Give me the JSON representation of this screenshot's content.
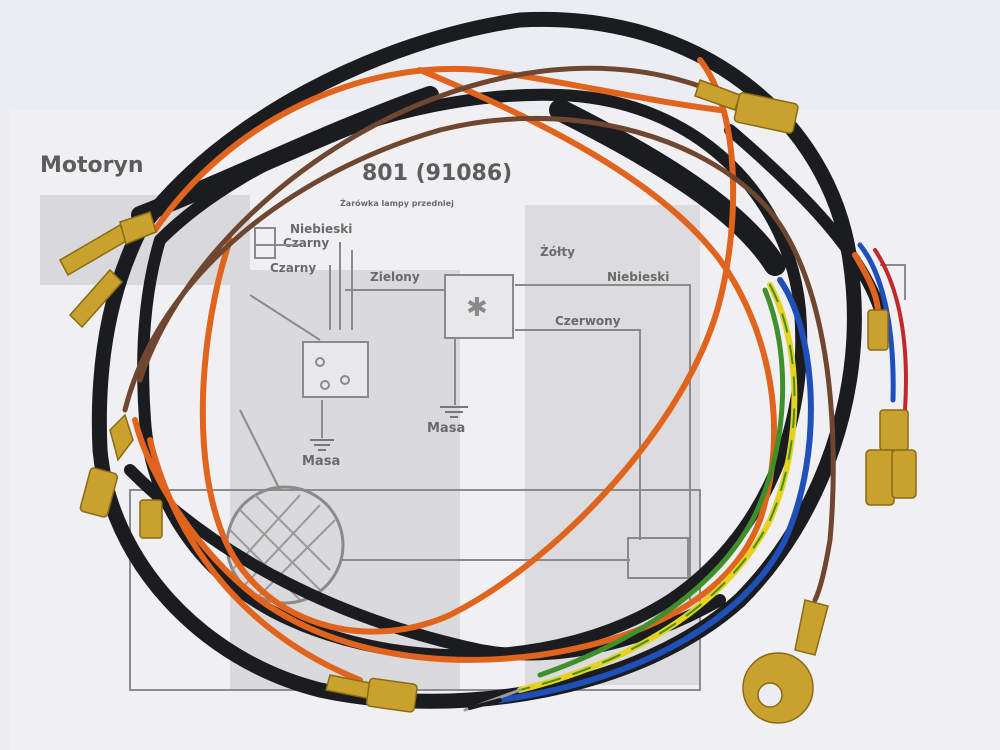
{
  "photo": {
    "subject": "",
    "paper_background": "#f1f1f4",
    "print_gray": "#8a8a8a"
  },
  "diagram": {
    "title_left": "Motoryn",
    "title_right": "801 (91086)",
    "small_caption": "Żarówka lampy przedniej",
    "labels": {
      "niebieski_left": "Niebieski",
      "czarny_1": "Czarny",
      "czarny_2": "Czarny",
      "zielony": "Zielony",
      "zolty": "Żółty",
      "niebieski_right": "Niebieski",
      "czerwony": "Czerwony",
      "masa_1": "Masa",
      "masa_2": "Masa"
    }
  },
  "wire_colors": {
    "black": "#1b1c1f",
    "orange": "#e0641d",
    "brown": "#6f4630",
    "blue": "#1f4fb8",
    "yellow": "#e5d21e",
    "green": "#3f8f2a",
    "red": "#c4262a",
    "brass": "#c9a22e"
  }
}
